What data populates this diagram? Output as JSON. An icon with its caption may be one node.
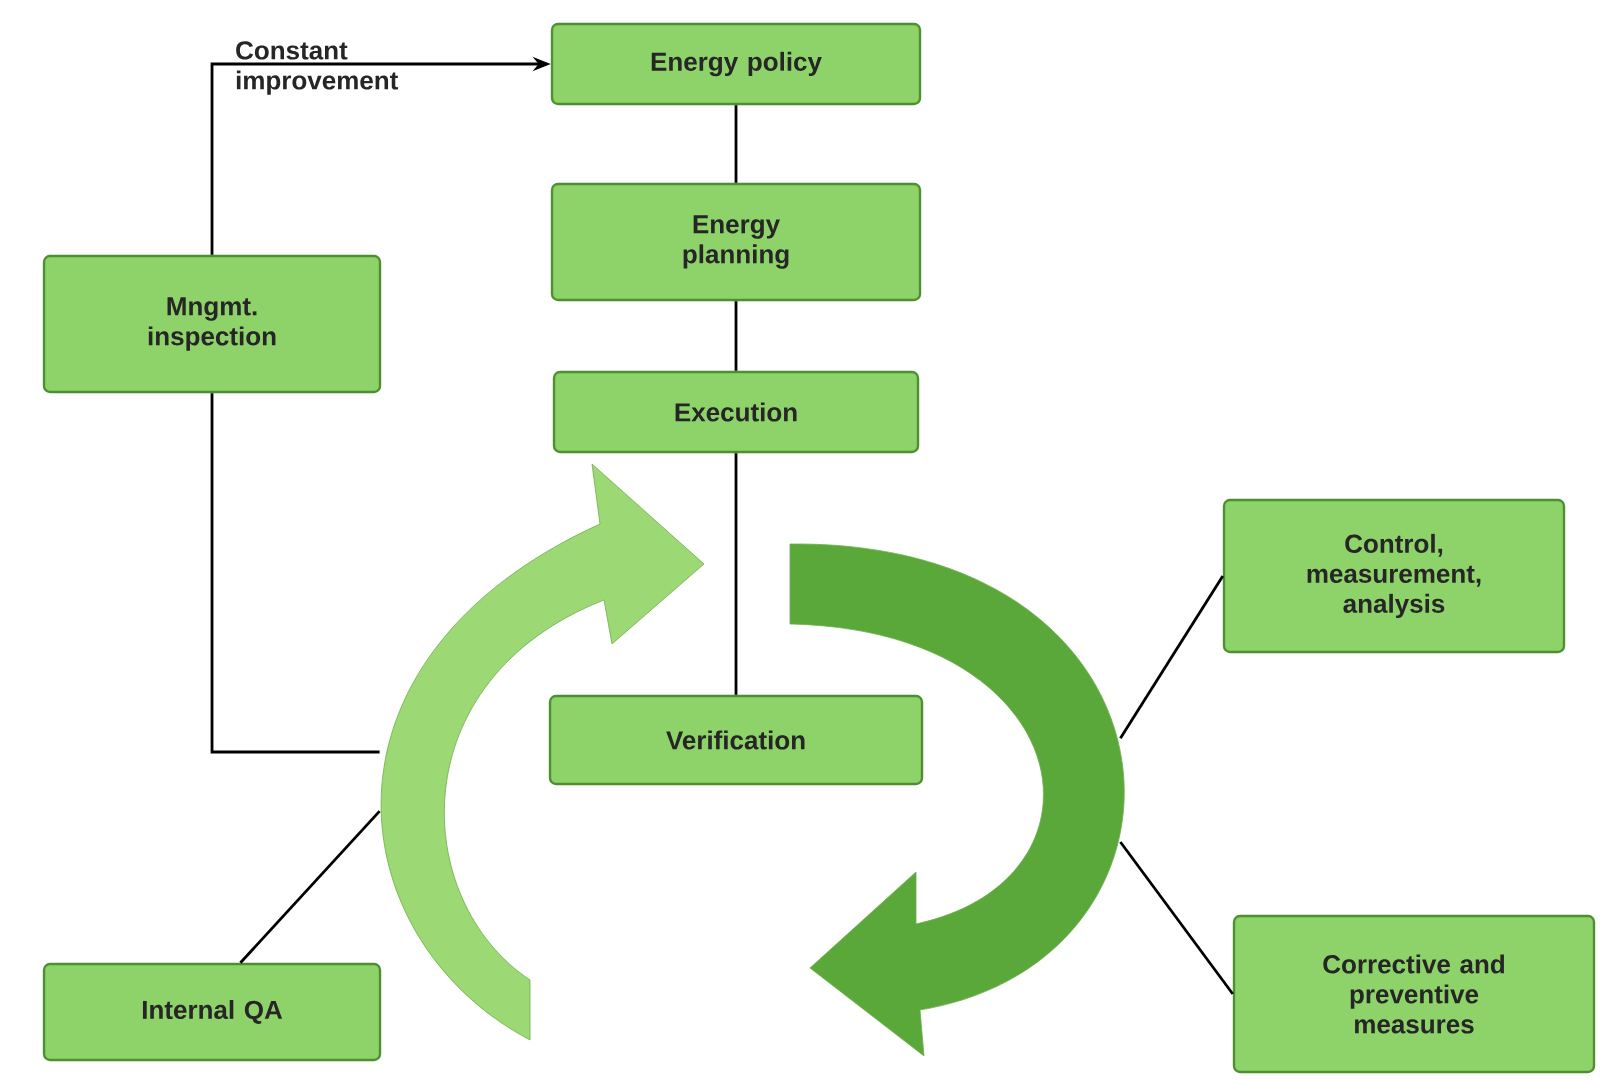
{
  "diagram": {
    "nodes": [
      {
        "text": [
          "Energy policy"
        ]
      },
      {
        "text": [
          "Energy planning"
        ]
      },
      {
        "text": [
          "Execution"
        ]
      },
      {
        "text": [
          "Mngmt. inspection"
        ]
      },
      {
        "text": [
          "Control, measurement, analysis"
        ]
      },
      {
        "text": [
          "Verification"
        ]
      },
      {
        "text": [
          "Internal QA"
        ]
      },
      {
        "text": [
          "Corrective and preventive measures"
        ]
      },
      {
        "text": [],
        "shape": "arrow"
      },
      {
        "text": [],
        "shape": "arrow"
      }
    ],
    "edges": [
      {
        "from": 3,
        "to": 0,
        "arrow": "to",
        "label": "Constant improvement"
      },
      {
        "from": 0,
        "to": 1,
        "arrow": "none"
      },
      {
        "from": 1,
        "to": 2,
        "arrow": "none"
      },
      {
        "from": 2,
        "to": 5,
        "arrow": "none"
      },
      {
        "from": 3,
        "to": 8,
        "arrow": "none"
      },
      {
        "from": 6,
        "to": 8,
        "arrow": "none"
      },
      {
        "from": 4,
        "to": 9,
        "arrow": "none"
      },
      {
        "from": 7,
        "to": 9,
        "arrow": "none"
      }
    ]
  }
}
